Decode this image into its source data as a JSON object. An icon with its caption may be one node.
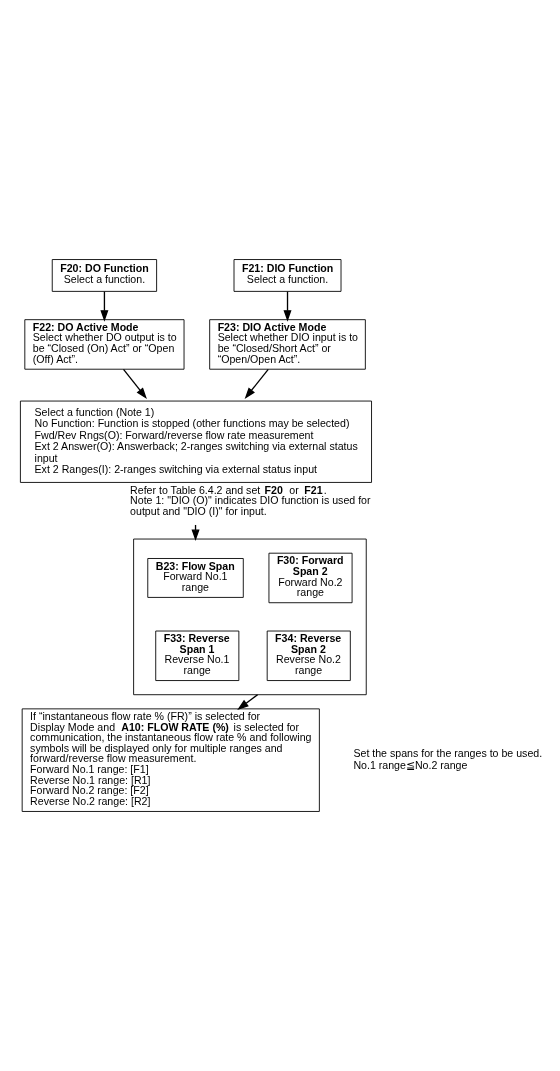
{
  "diagram": {
    "nodes": [
      {
        "text": [
          "F20: DO Function",
          "Select a function."
        ]
      },
      {
        "text": [
          "F21: DIO Function",
          "Select a function."
        ]
      },
      {
        "text": [
          "F22: DO Active Mode",
          "Select whether DO output is to be “Closed (On) Act” or “Open (Off) Act”."
        ]
      },
      {
        "text": [
          "F23: DIO Active Mode",
          "Select whether DIO input is to be “Closed/Short Act” or “Open/Open Act”."
        ]
      },
      {
        "text": [
          "Select a function (Note 1)",
          "No Function: Function is stopped (other functions may be selected)",
          "Fwd/Rev Rngs(O): Forward/reverse flow rate measurement",
          "Ext 2 Answer(O): Answerback; 2-ranges switching via external status input",
          "Ext 2 Ranges(I): 2-ranges switching via external status input"
        ],
        "beside": [
          "Refer to Table 6.4.2 and set **F20** or **F21**.",
          "Note 1: \"DIO (O)\" indicates DIO function is used for output and \"DIO (I)\" for input."
        ]
      },
      {
        "text": [],
        "shape": "box",
        "beside": [
          "Set the spans for the ranges to be used.",
          "No.1 range≦No.2 range"
        ]
      },
      {
        "text": [
          "B23: Flow Span",
          "Forward No.1 range"
        ],
        "in": 5
      },
      {
        "text": [
          "F30: Forward Span 2",
          "Forward No.2 range"
        ],
        "in": 5
      },
      {
        "text": [
          "F33: Reverse Span 1",
          "Reverse No.1 range"
        ],
        "in": 5
      },
      {
        "text": [
          "F34: Reverse Span 2",
          "Reverse No.2 range"
        ],
        "in": 5
      },
      {
        "text": [
          "If “instantaneous flow rate % (FR)” is selected for Display Mode and **A10: FLOW RATE (%)** is selected for communication, the instantaneous flow rate % and following symbols will be displayed only for multiple ranges and forward/reverse flow measurement.",
          "Forward No.1 range: [F1]",
          "Reverse No.1 range: [R1]",
          "Forward No.2 range: [F2]",
          "Reverse No.2 range: [R2]"
        ]
      }
    ],
    "edges": [
      {
        "from": 0,
        "to": 2,
        "arrow": "to"
      },
      {
        "from": 1,
        "to": 3,
        "arrow": "to"
      },
      {
        "from": 2,
        "to": 4,
        "arrow": "to"
      },
      {
        "from": 3,
        "to": 4,
        "arrow": "to"
      },
      {
        "from": 4,
        "to": 5,
        "arrow": "to"
      },
      {
        "from": 5,
        "to": 10,
        "arrow": "to"
      }
    ]
  }
}
